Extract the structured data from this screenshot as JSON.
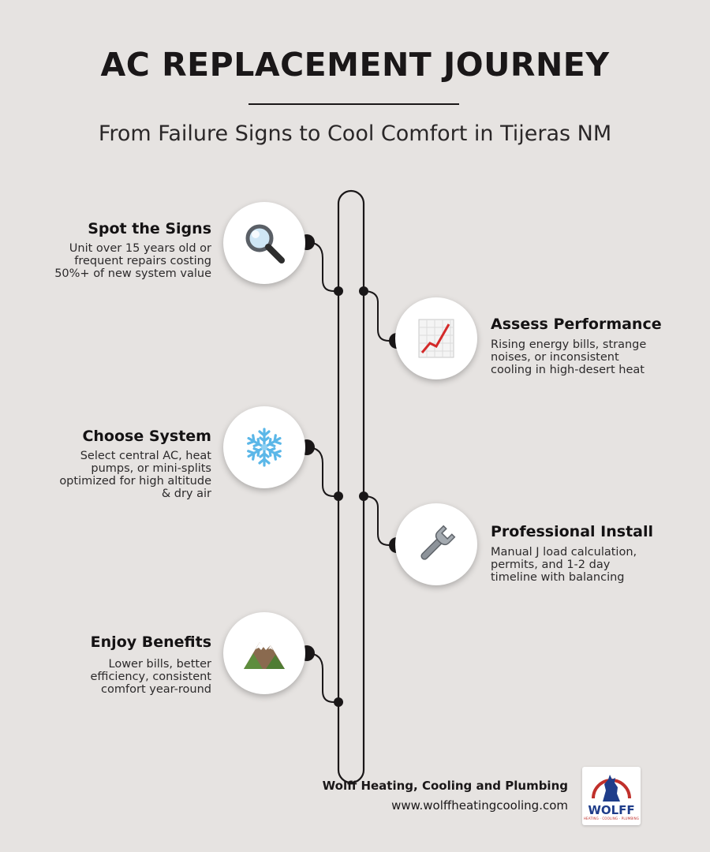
{
  "header": {
    "title": "AC REPLACEMENT JOURNEY",
    "subtitle": "From Failure Signs to Cool Comfort in Tijeras NM"
  },
  "steps": [
    {
      "title": "Spot the Signs",
      "desc": [
        "Unit over 15 years old or",
        "frequent repairs costing",
        "50%+ of new system value"
      ],
      "icon": "magnifying-glass-icon",
      "side": "left"
    },
    {
      "title": "Assess Performance",
      "desc": [
        "Rising energy bills, strange",
        "noises, or inconsistent",
        "cooling in high-desert heat"
      ],
      "icon": "chart-increasing-icon",
      "side": "right"
    },
    {
      "title": "Choose System",
      "desc": [
        "Select central AC, heat",
        "pumps, or mini-splits",
        "optimized for high altitude",
        "& dry air"
      ],
      "icon": "snowflake-icon",
      "side": "left"
    },
    {
      "title": "Professional Install",
      "desc": [
        "Manual J load calculation,",
        "permits, and 1-2 day",
        "timeline with balancing"
      ],
      "icon": "wrench-icon",
      "side": "right"
    },
    {
      "title": "Enjoy Benefits",
      "desc": [
        "Lower bills, better",
        "efficiency, consistent",
        "comfort year-round"
      ],
      "icon": "mountain-icon",
      "side": "left"
    }
  ],
  "footer": {
    "company": "Wolff Heating, Cooling and Plumbing",
    "url": "www.wolffheatingcooling.com",
    "logo_word": "WOLFF",
    "logo_tagline": "HEATING · COOLING · PLUMBING"
  },
  "colors": {
    "background": "#e6e3e1",
    "line": "#1a1718",
    "logo_blue": "#1f3d8a",
    "logo_red": "#c0302b"
  }
}
